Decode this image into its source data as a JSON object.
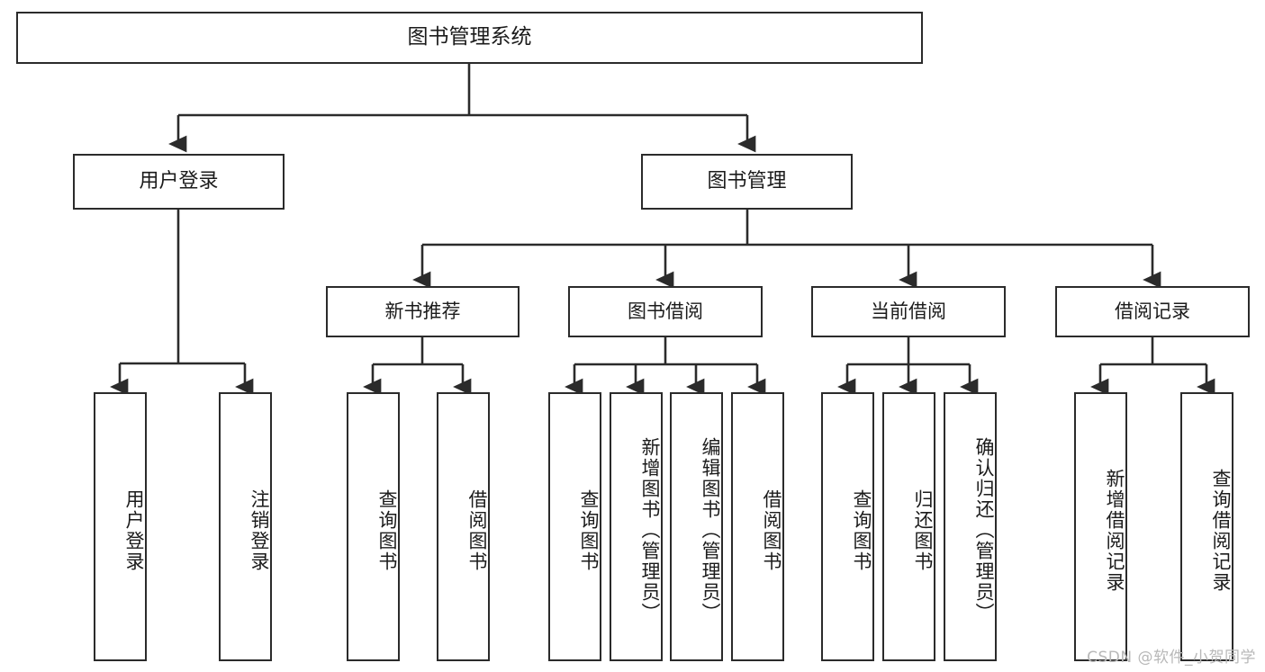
{
  "diagram": {
    "type": "hierarchy-tree",
    "title": "图书管理系统",
    "root": {
      "label": "图书管理系统"
    },
    "level2": [
      {
        "label": "用户登录"
      },
      {
        "label": "图书管理"
      }
    ],
    "level3": [
      {
        "label": "新书推荐"
      },
      {
        "label": "图书借阅"
      },
      {
        "label": "当前借阅"
      },
      {
        "label": "借阅记录"
      }
    ],
    "leaves": {
      "user_login": [
        {
          "label": "用户登录"
        },
        {
          "label": "注销登录"
        }
      ],
      "new_book_recommend": [
        {
          "label": "查询图书"
        },
        {
          "label": "借阅图书"
        }
      ],
      "book_borrow": [
        {
          "label": "查询图书"
        },
        {
          "label": "新增图书（管理员）"
        },
        {
          "label": "编辑图书（管理员）"
        },
        {
          "label": "借阅图书"
        }
      ],
      "current_borrow": [
        {
          "label": "查询图书"
        },
        {
          "label": "归还图书"
        },
        {
          "label": "确认归还（管理员）"
        }
      ],
      "borrow_record": [
        {
          "label": "新增借阅记录"
        },
        {
          "label": "查询借阅记录"
        }
      ]
    },
    "watermark": "CSDN @软件_小贺同学",
    "colors": {
      "stroke": "#2b2b2b",
      "fill": "#ffffff",
      "text": "#1b1b1b",
      "watermark": "#b8b8b8"
    }
  }
}
